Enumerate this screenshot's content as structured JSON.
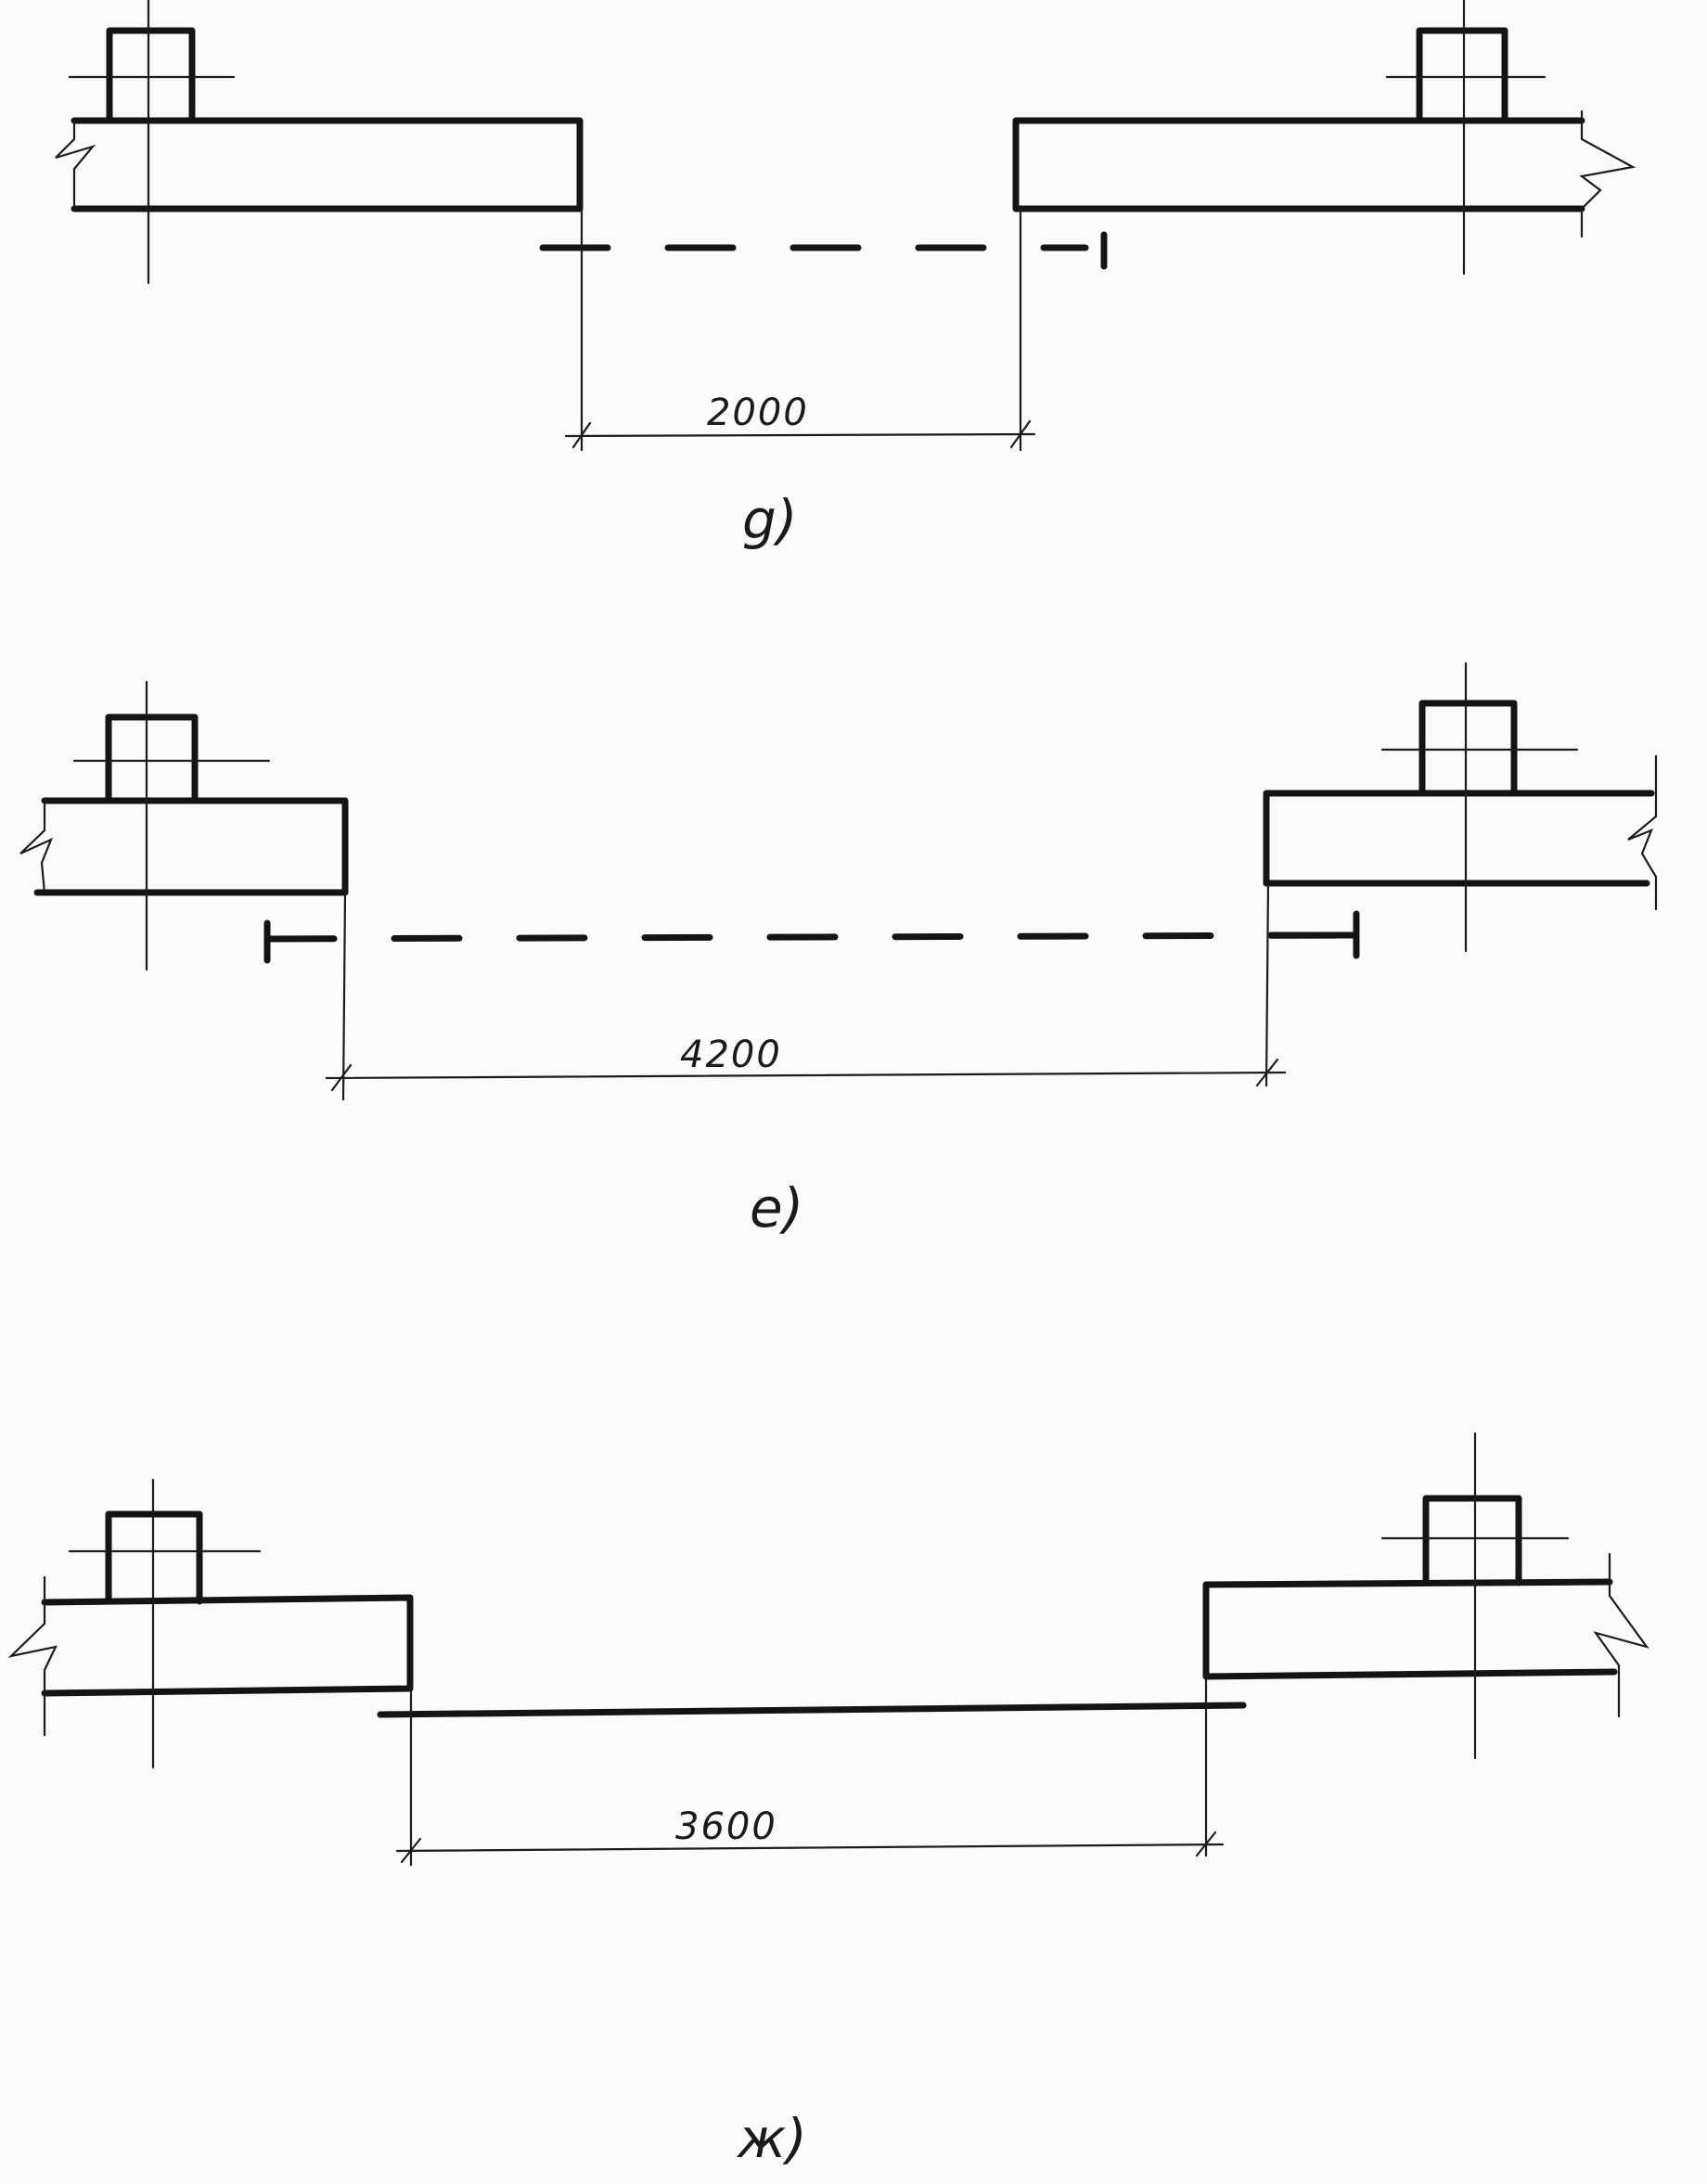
{
  "diagrams": [
    {
      "caption": "g)",
      "dimension": "2000"
    },
    {
      "caption": "e)",
      "dimension": "4200"
    },
    {
      "caption": "ж)",
      "dimension": "3600"
    }
  ],
  "colors": {
    "ink": "#141414",
    "paper": "#fbfbf9"
  }
}
